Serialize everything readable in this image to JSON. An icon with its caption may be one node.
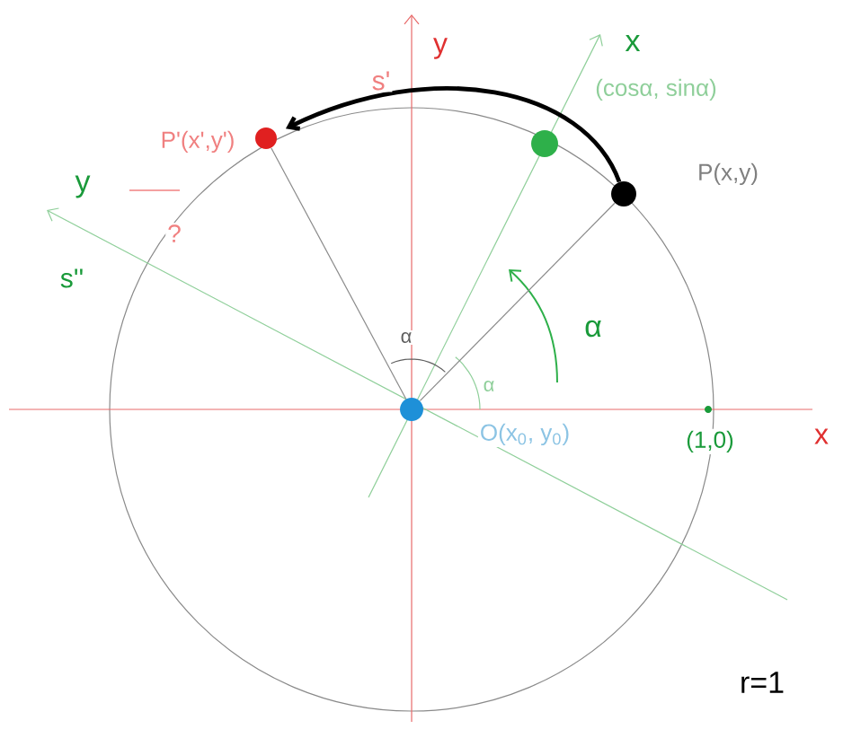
{
  "diagram": {
    "nodes": [
      {
        "text": [],
        "shape": "circle",
        "beside": [
          "O(x$_{0}$, y$_{0}$)"
        ]
      },
      {
        "text": [],
        "shape": "circle",
        "beside": [
          "P(x,y)"
        ]
      },
      {
        "text": [],
        "shape": "circle",
        "beside": [
          "(cosα, sinα)"
        ]
      },
      {
        "text": [],
        "shape": "circle",
        "beside": [
          "P'(x',y')"
        ]
      },
      {
        "text": [],
        "shape": "circle",
        "beside": [
          "(1,0)"
        ]
      }
    ],
    "edges": [
      {
        "from": 0,
        "to": 1,
        "arrow": "none"
      },
      {
        "from": 0,
        "to": 3,
        "arrow": "none"
      },
      {
        "from": 1,
        "to": 3,
        "arrow": "to",
        "label": "s'",
        "style": "thick",
        "color": "#000000"
      }
    ],
    "labels": [
      "y",
      "x",
      "y",
      "?",
      "s''",
      "α",
      "α",
      "α",
      "x",
      "r=1"
    ]
  }
}
